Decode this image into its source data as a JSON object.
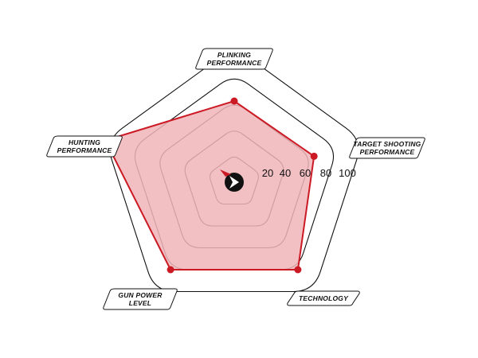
{
  "chart_data": {
    "type": "radar",
    "axes": [
      {
        "label": [
          "PLINKING",
          "PERFORMANCE"
        ],
        "value": 60
      },
      {
        "label": [
          "TARGET SHOOTING",
          "PERFORMANCE"
        ],
        "value": 62
      },
      {
        "label": [
          "TECHNOLOGY"
        ],
        "value": 80
      },
      {
        "label": [
          "GUN POWER",
          "LEVEL"
        ],
        "value": 80
      },
      {
        "label": [
          "HUNTING",
          "PERFORMANCE"
        ],
        "value": 100
      }
    ],
    "range": [
      0,
      100
    ],
    "rings": [
      20,
      40,
      60,
      80,
      100
    ],
    "tick_labels": [
      "20",
      "40",
      "60",
      "80",
      "100"
    ],
    "colors": {
      "fill": "#f0b4b8",
      "stroke": "#cc1a24",
      "point": "#cc1a24",
      "grid": "#111111"
    },
    "center_icon": "brand-arrow-icon"
  }
}
